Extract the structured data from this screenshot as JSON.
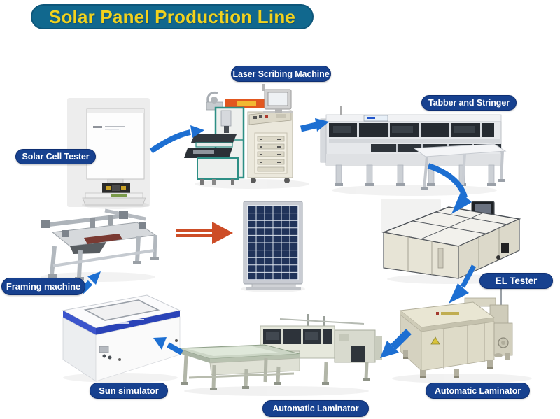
{
  "title": {
    "text": "Solar Panel Production Line"
  },
  "labels": {
    "solar_cell_tester": "Solar Cell Tester",
    "laser_scribing_machine": "Laser Scribing Machine",
    "tabber_and_stringer": "Tabber and Stringer",
    "el_tester": "EL Tester",
    "automatic_laminator_right": "Automatic Laminator",
    "automatic_laminator_center": "Automatic Laminator",
    "sun_simulator": "Sun simulator",
    "framing_machine": "Framing machine"
  },
  "arrows": [
    {
      "from": "Solar Cell Tester",
      "to": "Laser Scribing Machine",
      "color": "blue"
    },
    {
      "from": "Laser Scribing Machine",
      "to": "Tabber and Stringer",
      "color": "blue"
    },
    {
      "from": "Tabber and Stringer",
      "to": "EL Tester",
      "color": "blue"
    },
    {
      "from": "EL Tester",
      "to": "Automatic Laminator",
      "color": "blue"
    },
    {
      "from": "Automatic Laminator",
      "to": "Automatic Laminator",
      "color": "blue"
    },
    {
      "from": "Automatic Laminator",
      "to": "Sun simulator",
      "color": "blue"
    },
    {
      "from": "Sun simulator",
      "to": "Framing machine",
      "color": "blue"
    },
    {
      "from": "Framing machine",
      "to": "solar panel",
      "color": "orange"
    }
  ],
  "colors": {
    "title_bg": "#11688e",
    "title_text": "#f2d21d",
    "label_bg": "#17418f",
    "label_text": "#ffffff",
    "arrow_blue": "#1d6fd2",
    "arrow_orange": "#cd4d27"
  }
}
